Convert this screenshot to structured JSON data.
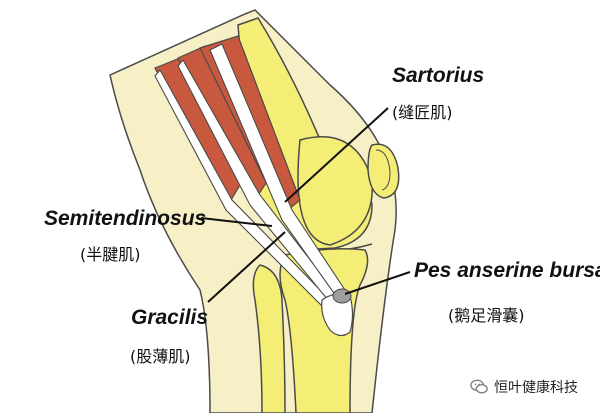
{
  "labels": {
    "sartorius_en": "Sartorius",
    "sartorius_cn": "(缝匠肌)",
    "semitendinosus_en": "Semitendinosus",
    "semitendinosus_cn": "(半腱肌)",
    "gracilis_en": "Gracilis",
    "gracilis_cn": "(股薄肌)",
    "bursa_en": "Pes anserine bursa",
    "bursa_cn": "(鹅足滑囊)"
  },
  "watermark": {
    "text": "恒叶健康科技",
    "icon": "wechat-icon"
  },
  "colors": {
    "skin": "#f7efc6",
    "bone": "#f4ee76",
    "muscle": "#c9593e",
    "tendon": "#ffffff",
    "bursa": "#9e9e9e",
    "outline": "#4a4a4a"
  }
}
